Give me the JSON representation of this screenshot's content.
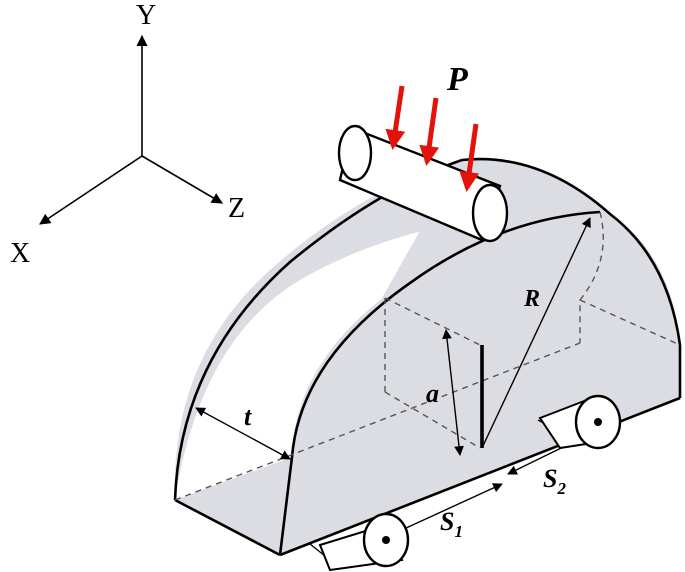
{
  "axes": {
    "y_label": "Y",
    "x_label": "X",
    "z_label": "Z"
  },
  "labels": {
    "load": "P",
    "radius": "R",
    "thickness": "t",
    "notch_depth": "a",
    "span_1_main": "S",
    "span_1_sub": "1",
    "span_2_main": "S",
    "span_2_sub": "2"
  },
  "colors": {
    "specimen_fill": "#dcdde3",
    "load_arrow": "#e3120b",
    "outline": "#000000",
    "hidden_line": "#555555"
  }
}
